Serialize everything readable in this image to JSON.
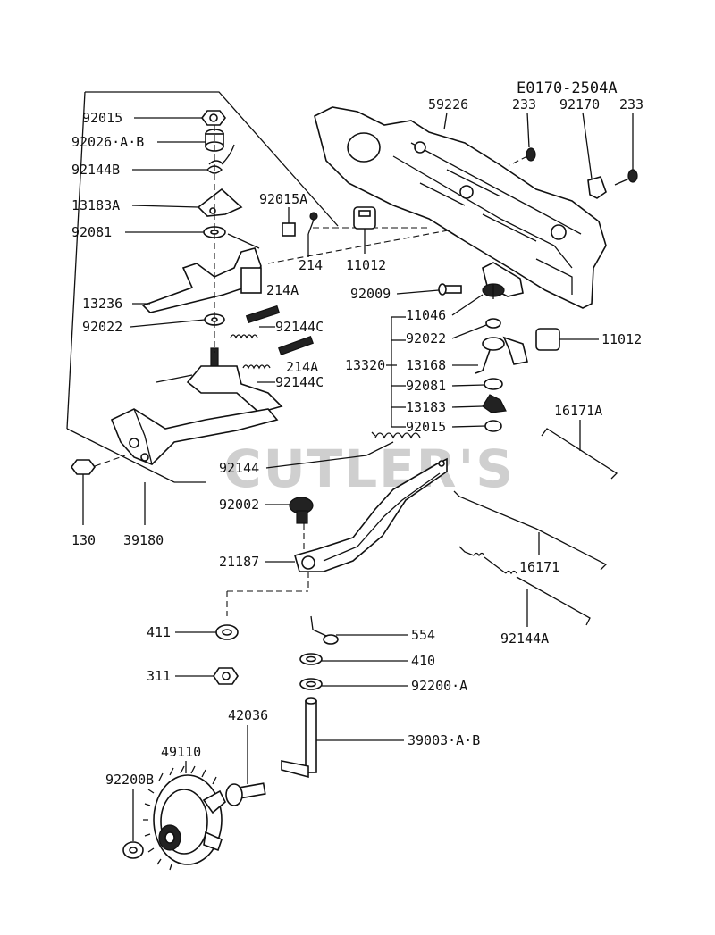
{
  "diagram_code": "E0170-2504A",
  "watermark": "CUTLER'S",
  "labels": {
    "p92015_top": "92015",
    "p92026": "92026·A·B",
    "p92144B": "92144B",
    "p13183A": "13183A",
    "p92015A": "92015A",
    "p92081_left": "92081",
    "p214_a": "214",
    "p214A_a": "214A",
    "p13236": "13236",
    "p92022_left": "92022",
    "p92144C_a": "92144C",
    "p214A_b": "214A",
    "p92144C_b": "92144C",
    "p130": "130",
    "p39180": "39180",
    "p59226": "59226",
    "p233_a": "233",
    "p92170": "92170",
    "p233_b": "233",
    "p11012_top": "11012",
    "p92009": "92009",
    "p11046": "11046",
    "p92022_right": "92022",
    "p11012_right": "11012",
    "p13320": "13320",
    "p13168": "13168",
    "p92081_right": "92081",
    "p13183": "13183",
    "p92015_right": "92015",
    "p16171A": "16171A",
    "p92144": "92144",
    "p92002": "92002",
    "p21187": "21187",
    "p16171": "16171",
    "p92144A": "92144A",
    "p411": "411",
    "p554": "554",
    "p410": "410",
    "p311": "311",
    "p92200A": "92200·A",
    "p42036": "42036",
    "p39003": "39003·A·B",
    "p49110": "49110",
    "p92200B": "92200B"
  }
}
